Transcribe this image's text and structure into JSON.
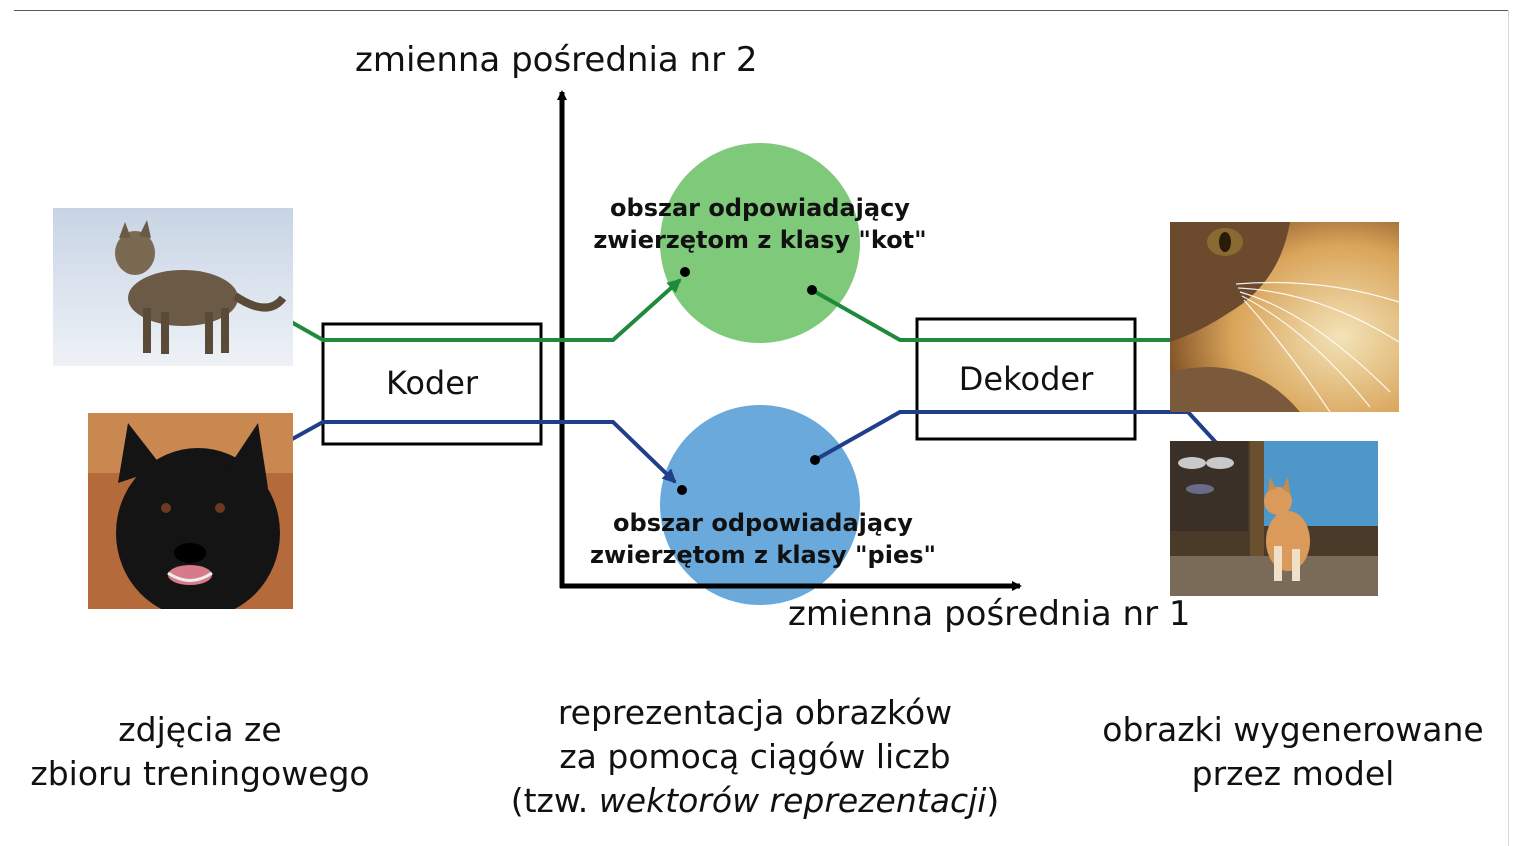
{
  "axes": {
    "y_label": "zmienna pośrednia nr 2",
    "x_label": "zmienna pośrednia nr 1"
  },
  "boxes": {
    "encoder": "Koder",
    "decoder": "Dekoder"
  },
  "regions": {
    "cat": {
      "line1": "obszar odpowiadający",
      "line2": "zwierzętom z klasy \"kot\""
    },
    "dog": {
      "line1": "obszar odpowiadający",
      "line2": "zwierzętom z klasy \"pies\""
    }
  },
  "captions": {
    "left": {
      "line1": "zdjęcia ze",
      "line2": "zbioru treningowego"
    },
    "center": {
      "line1": "reprezentacja obrazków",
      "line2": "za pomocą ciągów liczb",
      "line3_open": "(tzw. ",
      "line3_italic": "wektorów reprezentacji",
      "line3_close": ")"
    },
    "right": {
      "line1": "obrazki wygenerowane",
      "line2": "przez model"
    }
  },
  "colors": {
    "cat_path": "#1f8a3c",
    "dog_path": "#1f3f8a",
    "cat_region": "#7fc97a",
    "dog_region": "#6aa9dc"
  },
  "images": {
    "input_cat": "cat-photo",
    "input_dog": "dog-photo",
    "output_cat": "cat-closeup-photo",
    "output_dog": "dog-photo"
  }
}
